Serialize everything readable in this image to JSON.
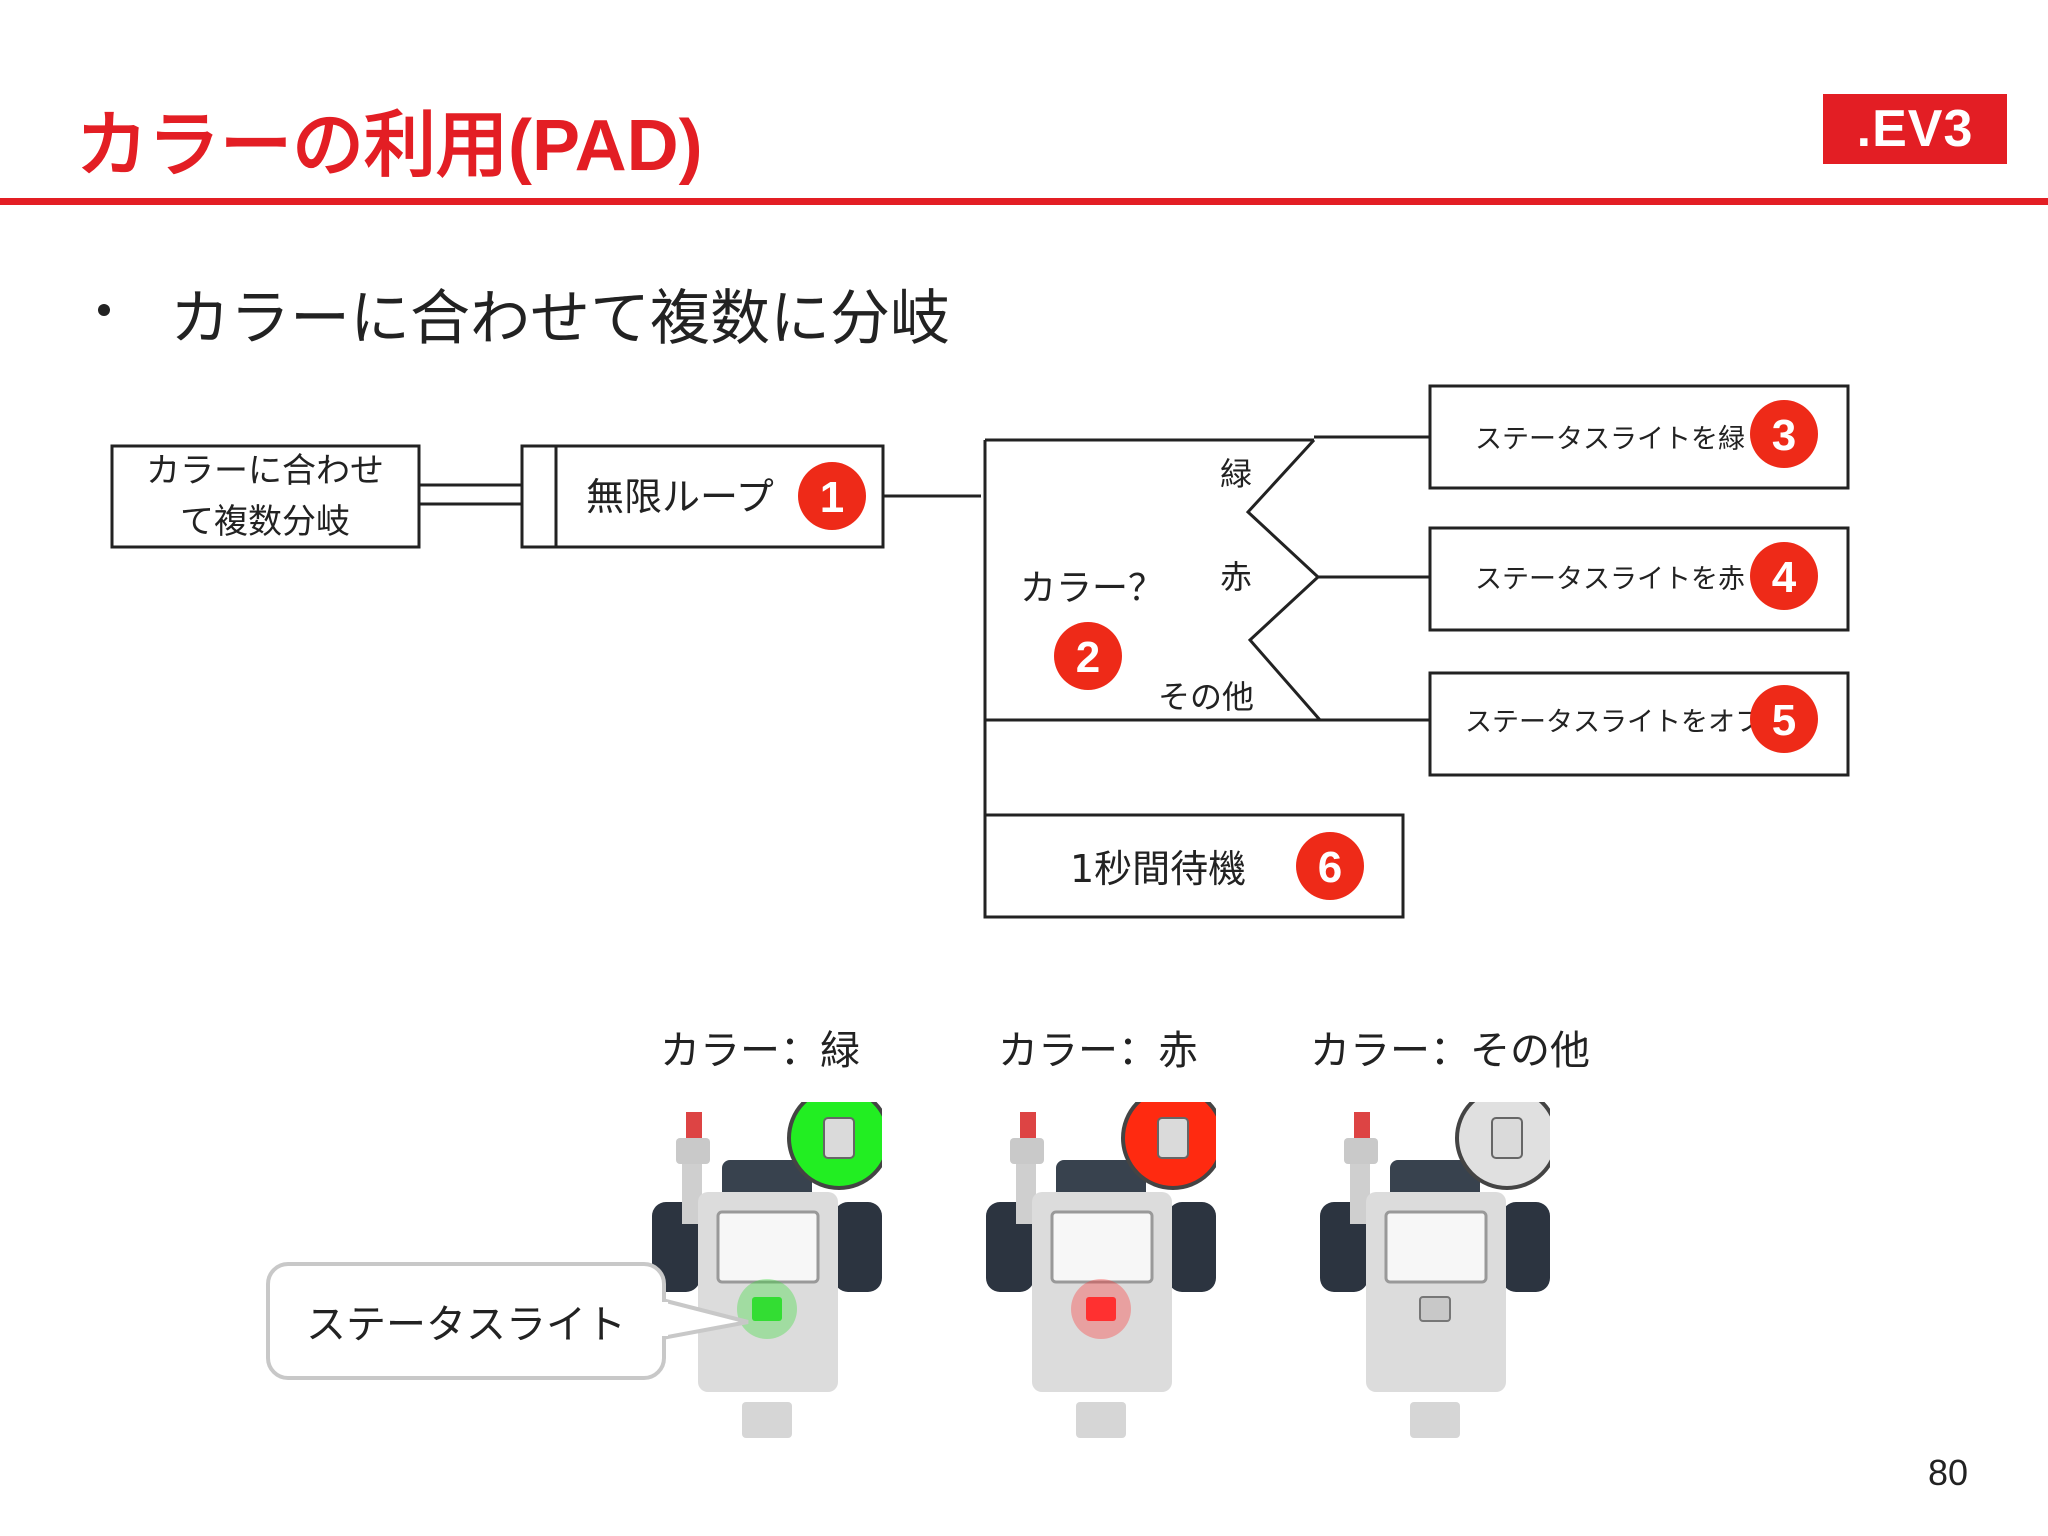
{
  "slide": {
    "title": "カラーの利用(PAD)",
    "logo_text": ".EV3",
    "bullet": "カラーに合わせて複数に分岐",
    "page_number": "80",
    "accent_color": "#e31e24",
    "badge_color": "#ee2a18"
  },
  "diagram": {
    "root_box": {
      "line1": "カラーに合わせ",
      "line2": "て複数分岐"
    },
    "loop_box": {
      "label": "無限ループ",
      "badge": "1"
    },
    "switch": {
      "label": "カラー？",
      "badge": "2",
      "branches": [
        "緑",
        "赤",
        "その他"
      ]
    },
    "actions": [
      {
        "label": "ステータスライトを緑",
        "badge": "3"
      },
      {
        "label": "ステータスライトを赤",
        "badge": "4"
      },
      {
        "label": "ステータスライトをオフ",
        "badge": "5"
      }
    ],
    "wait_box": {
      "label": "1秒間待機",
      "badge": "6"
    }
  },
  "robots": [
    {
      "caption": "カラー：緑",
      "sensor_color": "#22ee22",
      "light_color": "#33dd33",
      "light_name": "green-light-icon"
    },
    {
      "caption": "カラー：赤",
      "sensor_color": "#ff2a10",
      "light_color": "#ff3030",
      "light_name": "red-light-icon"
    },
    {
      "caption": "カラー：その他",
      "sensor_color": "#e0e0e0",
      "light_color": "#d8d8d8",
      "light_name": "off-light-icon"
    }
  ],
  "callout": {
    "label": "ステータスライト"
  }
}
